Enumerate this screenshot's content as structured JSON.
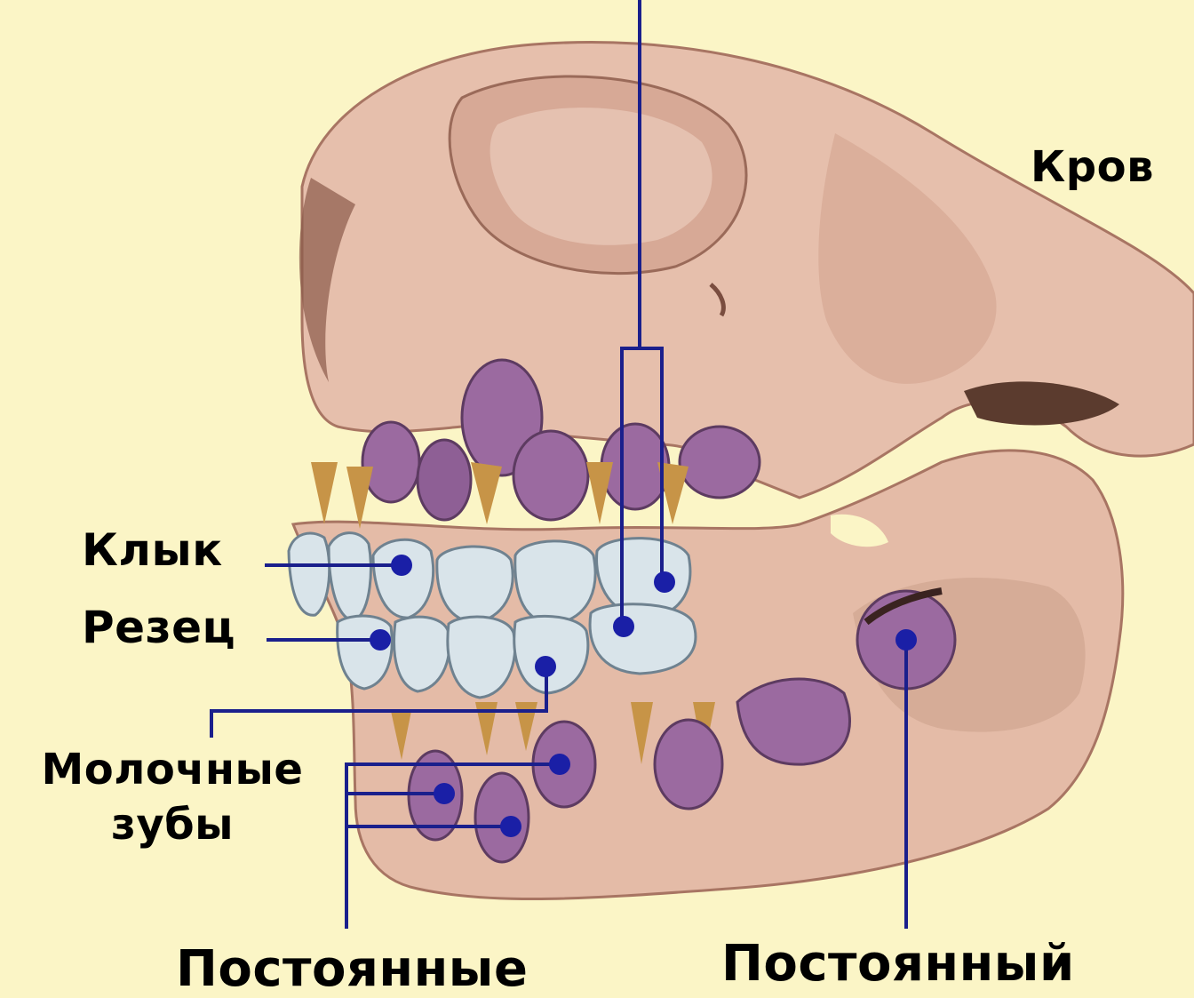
{
  "labels": {
    "fang": "Клык",
    "incisor": "Резец",
    "milk_teeth_line1": "Молочные",
    "milk_teeth_line2": "зубы",
    "permanent_plural": "Постоянные",
    "permanent_single": "Постоянный",
    "blood_partial": "Кров"
  },
  "colors": {
    "background": "#fbf5c6",
    "bone": "#e8c3b0",
    "bone_shadow": "#b98372",
    "tooth_bud": "#9b6aa0",
    "milk_tooth": "#d9e4ea",
    "root": "#c79447",
    "leader_line": "#1a1f8c",
    "dot": "#1a1fa6"
  }
}
